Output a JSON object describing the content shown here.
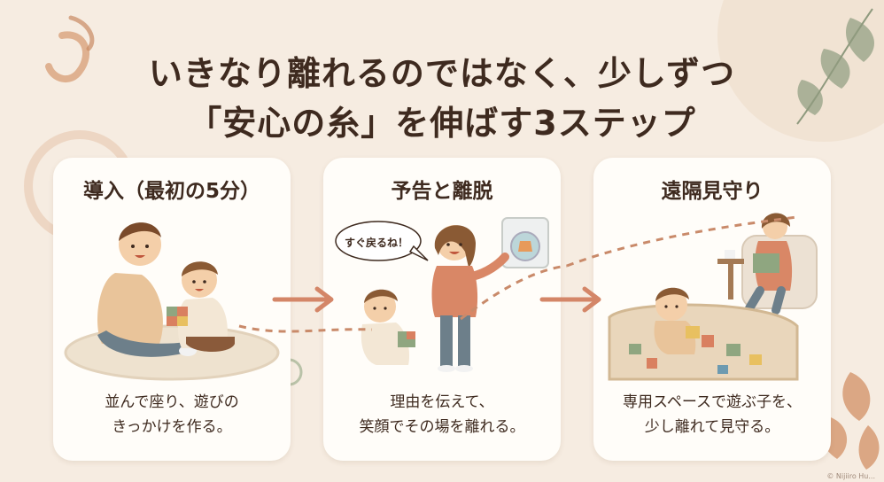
{
  "title": {
    "line1": "いきなり離れるのではなく、少しずつ",
    "line2": "「安心の糸」を伸ばす3ステップ"
  },
  "steps": [
    {
      "title": "導入（最初の5分）",
      "desc": [
        "並んで座り、遊びの",
        "きっかけを作る。"
      ]
    },
    {
      "title": "予告と離脱",
      "desc": [
        "理由を伝えて、",
        "笑顔でその場を離れる。"
      ],
      "bubble": "すぐ戻るね！"
    },
    {
      "title": "遠隔見守り",
      "desc": [
        "専用スペースで遊ぶ子を、",
        "少し離れて見守る。"
      ]
    }
  ],
  "credit": "© Nijiiro Hu..."
}
